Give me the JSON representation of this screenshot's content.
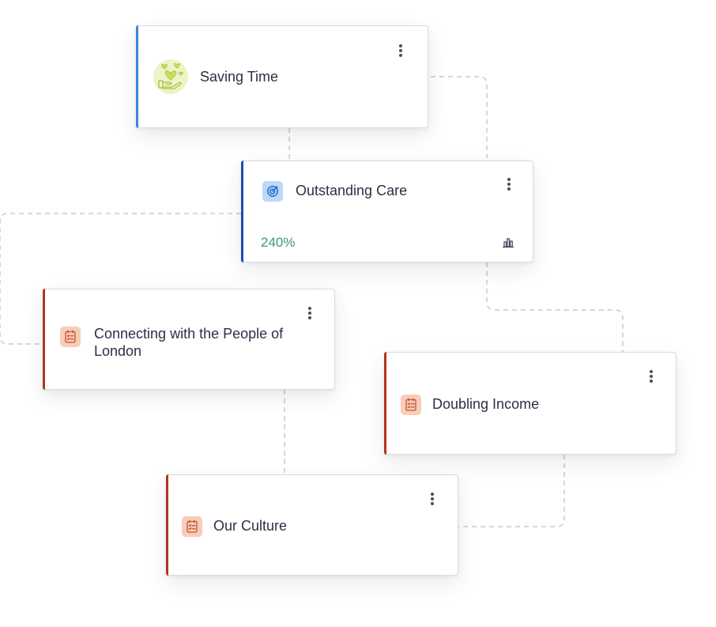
{
  "nodes": {
    "saving_time": {
      "title": "Saving Time"
    },
    "outstanding_care": {
      "title": "Outstanding Care",
      "metric": "240%"
    },
    "connecting_london": {
      "title": "Connecting with the People of London"
    },
    "doubling_income": {
      "title": "Doubling Income"
    },
    "our_culture": {
      "title": "Our Culture"
    }
  },
  "colors": {
    "accent_blue_light": "#3e82dc",
    "accent_blue_dark": "#1d4ab8",
    "accent_red": "#b1351d",
    "metric_green": "#3e9a70",
    "connector": "#c8c9cf"
  },
  "icons": {
    "saving_time": "hand-hearts-icon",
    "outstanding_care": "target-icon",
    "task": "checklist-icon",
    "menu": "more-vertical-icon",
    "chart": "bar-chart-icon"
  }
}
